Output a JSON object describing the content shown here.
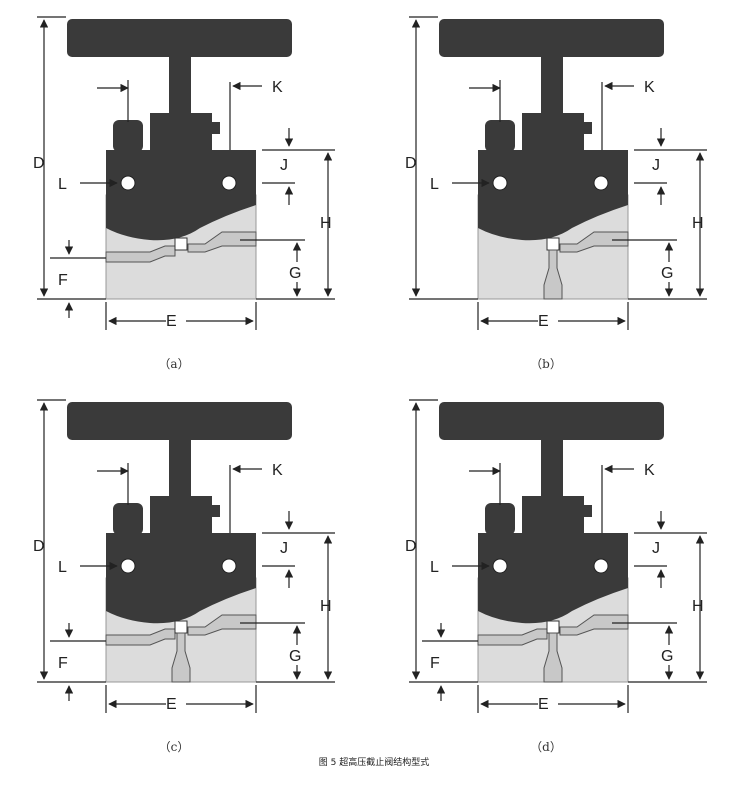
{
  "figure_caption": "图 5 超高压截止阀结构型式",
  "colors": {
    "dark_body": "#3a3a3a",
    "light_body": "#dcdcdc",
    "line": "#222222"
  },
  "panels": [
    {
      "caption": "（a）",
      "variant": "a",
      "labels": {
        "D": "D",
        "L": "L",
        "F": "F",
        "K": "K",
        "J": "J",
        "H": "H",
        "G": "G",
        "E": "E"
      }
    },
    {
      "caption": "（b）",
      "variant": "b",
      "labels": {
        "D": "D",
        "L": "L",
        "F": "",
        "K": "K",
        "J": "J",
        "H": "H",
        "G": "G",
        "E": "E"
      }
    },
    {
      "caption": "（c）",
      "variant": "c",
      "labels": {
        "D": "D",
        "L": "L",
        "F": "F",
        "K": "K",
        "J": "J",
        "H": "H",
        "G": "G",
        "E": "E"
      }
    },
    {
      "caption": "（d）",
      "variant": "d",
      "labels": {
        "D": "D",
        "L": "L",
        "F": "F",
        "K": "K",
        "J": "J",
        "H": "H",
        "G": "G",
        "E": "E"
      }
    }
  ]
}
